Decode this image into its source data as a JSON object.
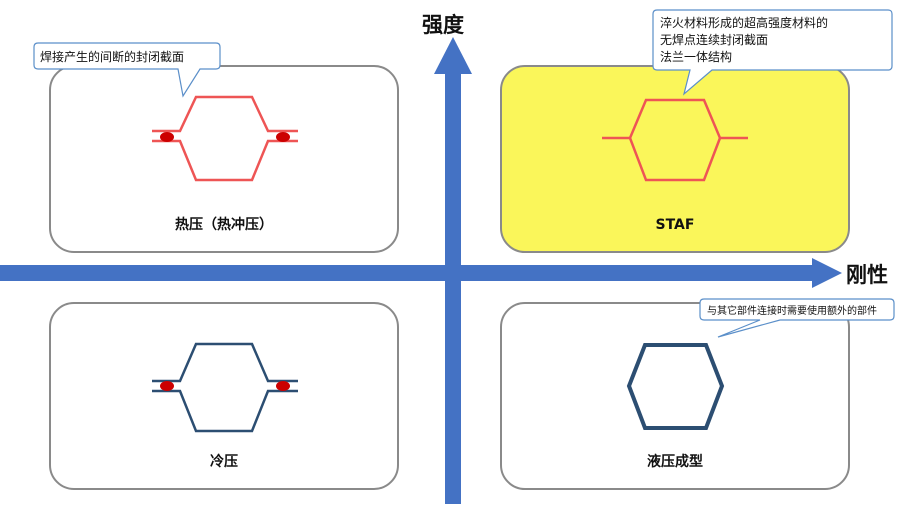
{
  "axes": {
    "y_label": "强度",
    "x_label": "刚性",
    "color": "#4472C4"
  },
  "panels": [
    {
      "id": "hot-stamping",
      "label": "热压（热冲压）",
      "highlight": false,
      "profile_color": "#EE5555",
      "profile_shape": "hat-section-with-spot-welds",
      "callout": [
        "焊接产生的间断的封闭截面"
      ]
    },
    {
      "id": "staf",
      "label": "STAF",
      "highlight": true,
      "highlight_color": "#FAF65A",
      "profile_color": "#EE5555",
      "profile_shape": "continuous-closed-section-with-flanges",
      "callout": [
        "淬火材料形成的超高强度材料的",
        "无焊点连续封闭截面",
        "法兰一体结构"
      ]
    },
    {
      "id": "cold-stamping",
      "label": "冷压",
      "highlight": false,
      "profile_color": "#2C4E72",
      "profile_shape": "hat-section-with-spot-welds",
      "callout": []
    },
    {
      "id": "hydroforming",
      "label": "液压成型",
      "highlight": false,
      "profile_color": "#2C4E72",
      "profile_shape": "closed-hexagon",
      "callout": [
        "与其它部件连接时需要使用额外的部件"
      ]
    }
  ],
  "weld_spot_color": "#CC0000"
}
